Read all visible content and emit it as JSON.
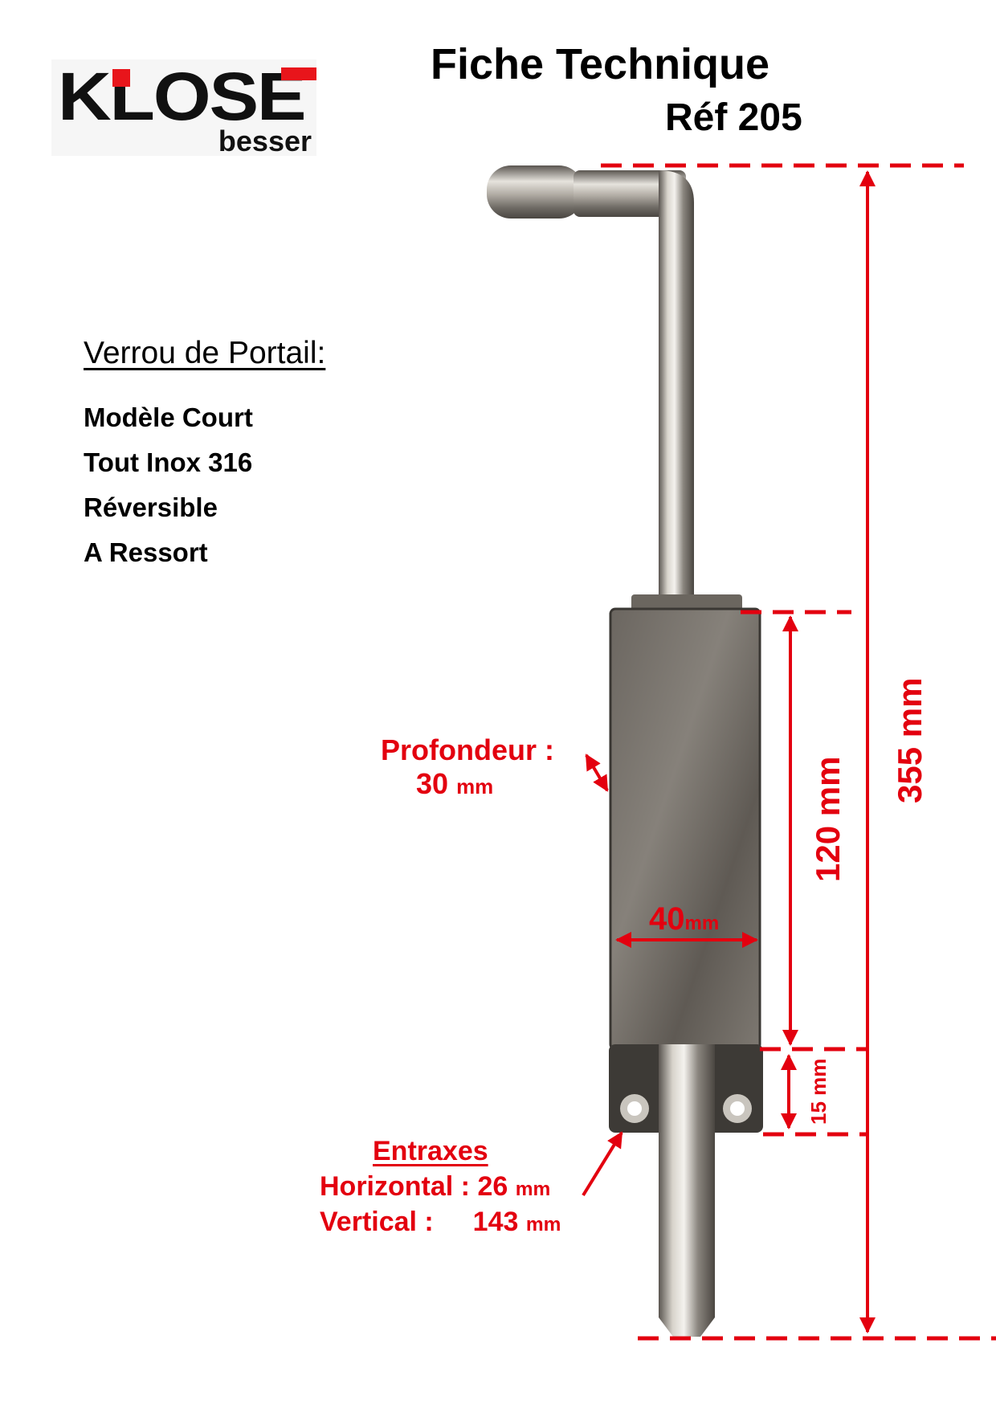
{
  "logo": {
    "brand": "KLOSE",
    "subbrand": "besser",
    "accent_color": "#e8151b"
  },
  "header": {
    "title": "Fiche Technique",
    "reference": "Réf 205"
  },
  "specs": {
    "heading": "Verrou de Portail:",
    "items": [
      "Modèle Court",
      "Tout Inox 316",
      "Réversible",
      "A Ressort"
    ]
  },
  "dimensions": {
    "annotation_color": "#e3000f",
    "total_height": {
      "value": "355",
      "unit": "mm"
    },
    "body_height": {
      "value": "120",
      "unit": "mm"
    },
    "base_height": {
      "value": "15",
      "unit": "mm"
    },
    "body_width": {
      "value": "40",
      "unit": "mm"
    },
    "depth": {
      "label": "Profondeur :",
      "value": "30",
      "unit": "mm"
    },
    "entraxes": {
      "title": "Entraxes",
      "horizontal_label": "Horizontal :",
      "horizontal_value": "26",
      "vertical_label": "Vertical :",
      "vertical_value": "143",
      "unit": "mm"
    }
  },
  "product_image": {
    "description": "gate-bolt-stainless-steel"
  }
}
